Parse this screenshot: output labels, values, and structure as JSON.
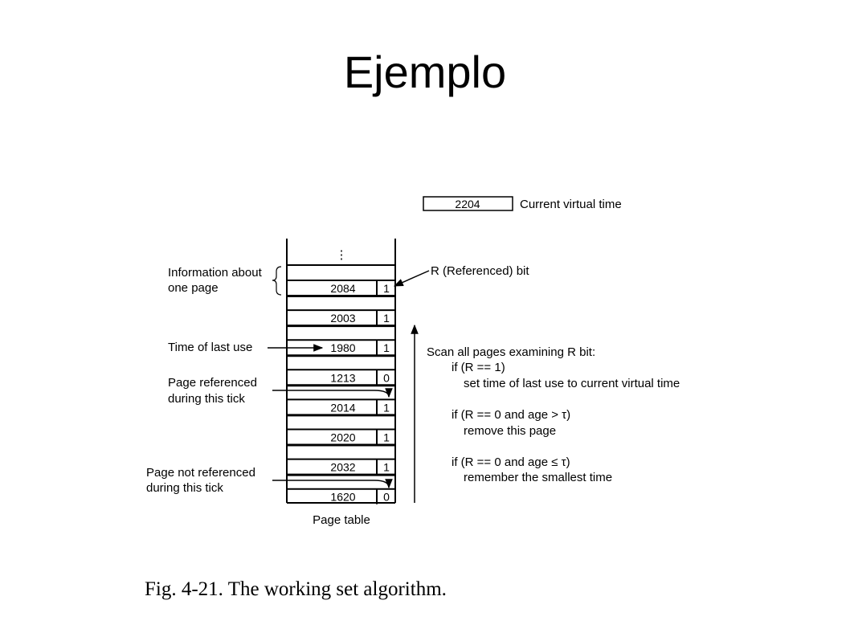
{
  "title": "Ejemplo",
  "current_time": {
    "value": "2204",
    "label": "Current virtual time"
  },
  "ellipsis": "⋮",
  "page_table": {
    "label": "Page table",
    "rows": [
      {
        "time": "2084",
        "r": "1"
      },
      {
        "time": "2003",
        "r": "1"
      },
      {
        "time": "1980",
        "r": "1"
      },
      {
        "time": "1213",
        "r": "0"
      },
      {
        "time": "2014",
        "r": "1"
      },
      {
        "time": "2020",
        "r": "1"
      },
      {
        "time": "2032",
        "r": "1"
      },
      {
        "time": "1620",
        "r": "0"
      }
    ]
  },
  "annotations": {
    "info_line1": "Information about",
    "info_line2": "one page",
    "r_bit": "R (Referenced) bit",
    "time_last_use": "Time of last use",
    "ref_line1": "Page referenced",
    "ref_line2": "during this tick",
    "notref_line1": "Page not referenced",
    "notref_line2": "during this tick"
  },
  "scan": {
    "lines": [
      "Scan all pages examining R bit:",
      "if (R == 1)",
      "set time of last use to current virtual time",
      "if (R == 0 and age > τ)",
      "remove this page",
      "if (R == 0 and age ≤ τ)",
      "remember the smallest time"
    ]
  },
  "caption": "Fig. 4-21. The working set algorithm."
}
